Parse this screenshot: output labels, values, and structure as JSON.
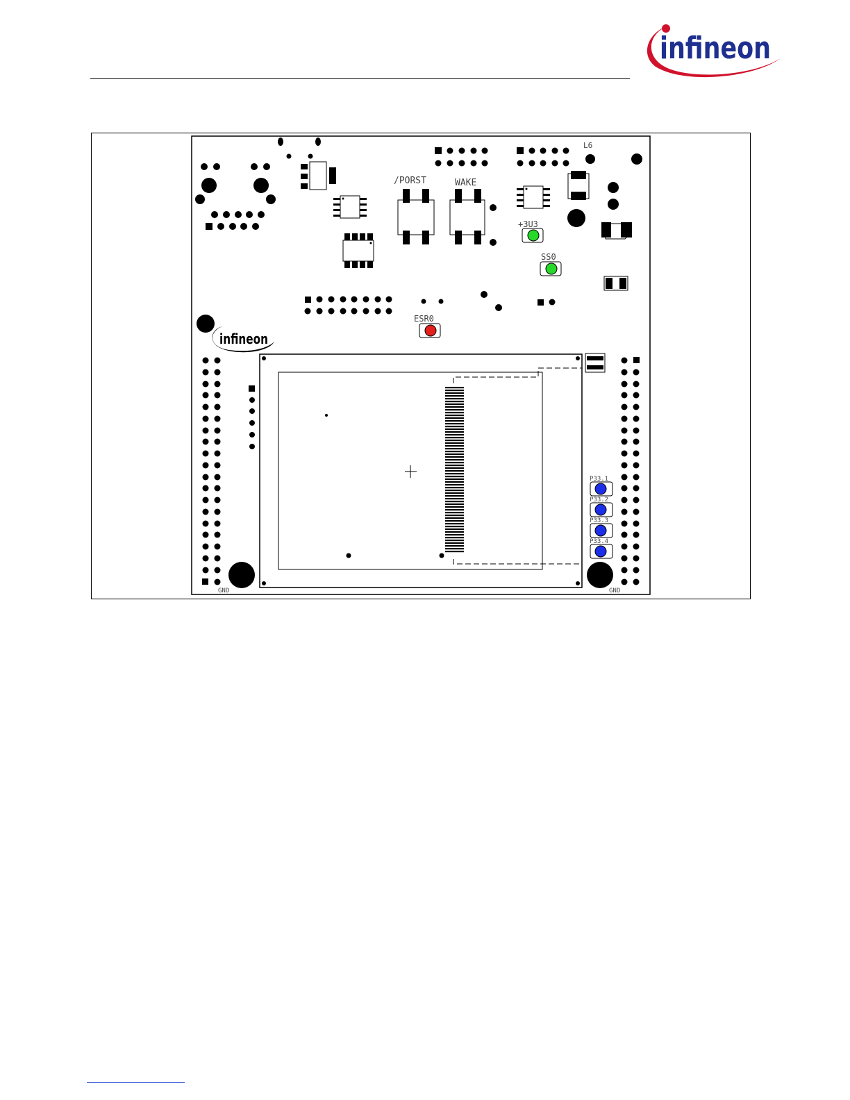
{
  "header": {
    "logo_text": "infineon",
    "brand_red": "#d1122c",
    "brand_blue": "#1f2f8f"
  },
  "board": {
    "labels": {
      "porst": "/PORST",
      "wake": "WAKE",
      "v3u3": "+3U3",
      "ss0": "SS0",
      "esr0": "ESR0",
      "l6": "L6",
      "gnd_left": "GND",
      "gnd_right": "GND",
      "p33_1": "P33.1",
      "p33_2": "P33.2",
      "p33_3": "P33.3",
      "p33_4": "P33.4",
      "silk_logo": "infineon"
    },
    "led_colors": {
      "green": "#27d82a",
      "red": "#e3201b",
      "blue": "#1b2fe8"
    }
  }
}
